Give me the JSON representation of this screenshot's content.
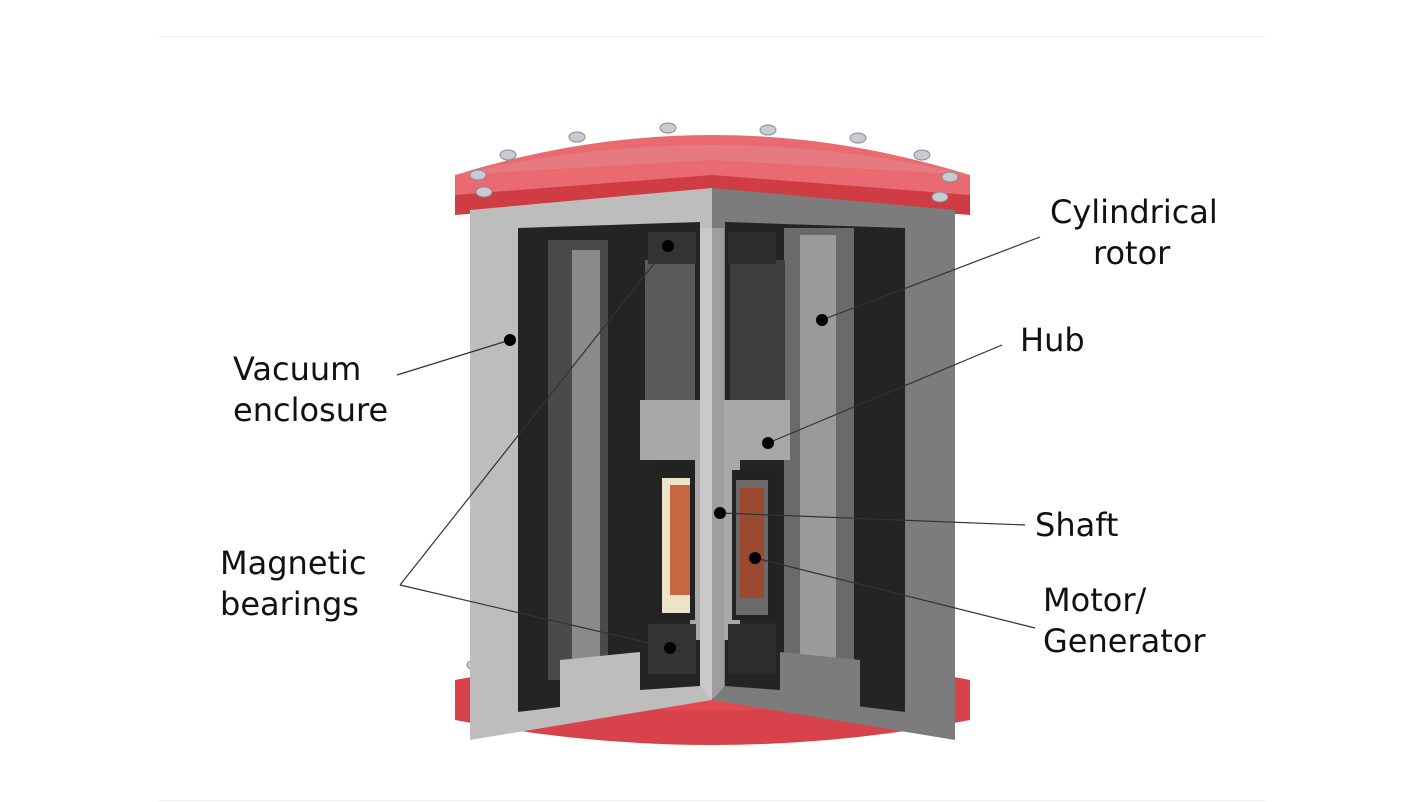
{
  "title": "Flywheel cutaway diagram",
  "labels": {
    "cylindrical_rotor": [
      "Cylindrical",
      "rotor"
    ],
    "hub": "Hub",
    "shaft": "Shaft",
    "motor_generator": [
      "Motor/",
      "Generator"
    ],
    "magnetic_bearings": [
      "Magnetic",
      "bearings"
    ],
    "vacuum_enclosure": [
      "Vacuum",
      "enclosure"
    ]
  },
  "colors": {
    "enclosure": "#e8464c",
    "cut_face": "#b4b4b4",
    "interior": "#2a2a2a",
    "copper": "#c0603c"
  }
}
